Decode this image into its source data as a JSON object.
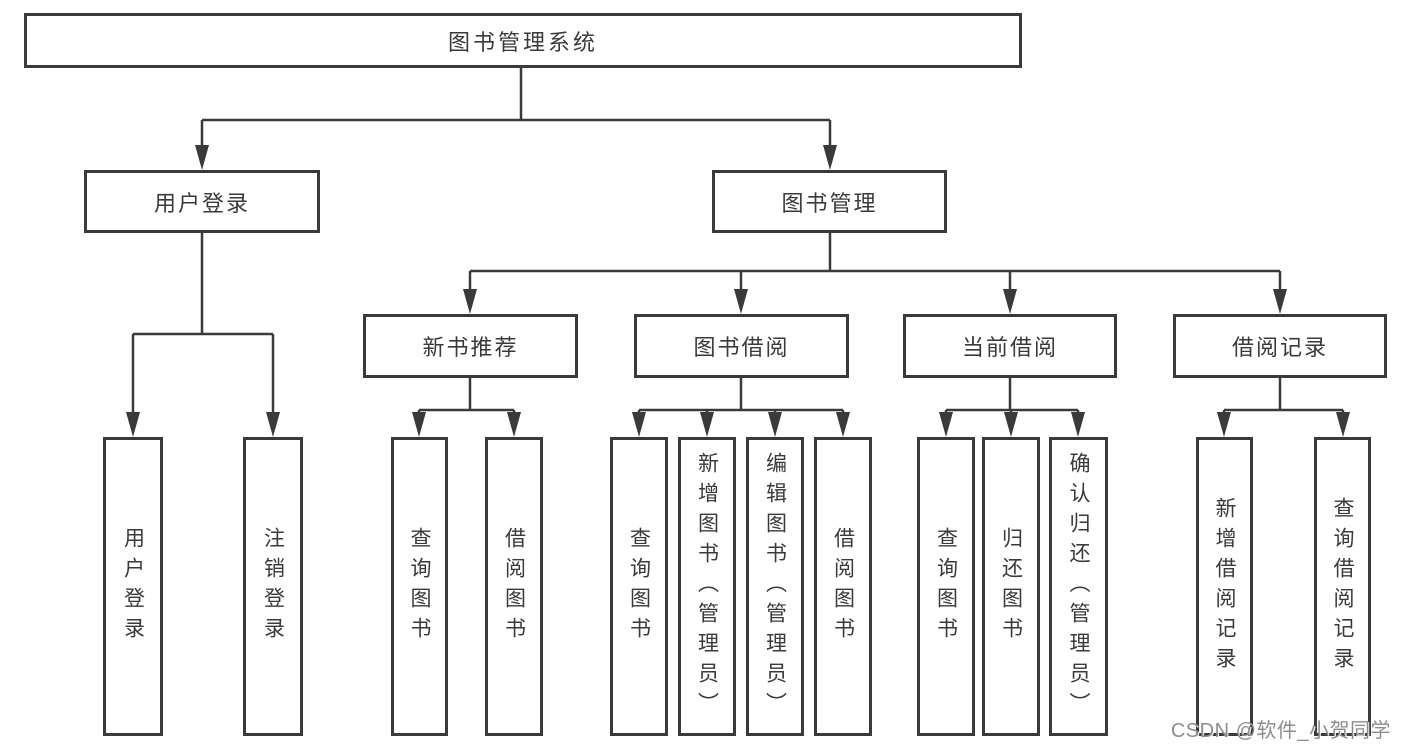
{
  "diagram": {
    "nodes": {
      "root": "图书管理系统",
      "user_login": "用户登录",
      "book_mgmt": "图书管理",
      "new_books": "新书推荐",
      "book_borrow": "图书借阅",
      "current_borrow": "当前借阅",
      "borrow_records": "借阅记录",
      "leaf_user_login": "用户登录",
      "leaf_logout": "注销登录",
      "nb_query": "查询图书",
      "nb_borrow": "借阅图书",
      "bb_query": "查询图书",
      "bb_add": "新增图书（管理员）",
      "bb_edit": "编辑图书（管理员）",
      "bb_borrow": "借阅图书",
      "cb_query": "查询图书",
      "cb_return": "归还图书",
      "cb_confirm": "确认归还（管理员）",
      "br_add": "新增借阅记录",
      "br_query": "查询借阅记录"
    },
    "colors": {
      "line": "#3a3a3a",
      "text": "#3a3a3a",
      "background": "#ffffff",
      "watermark": "#8d8d8d"
    }
  },
  "watermark": {
    "text": "CSDN @软件_小贺同学"
  }
}
